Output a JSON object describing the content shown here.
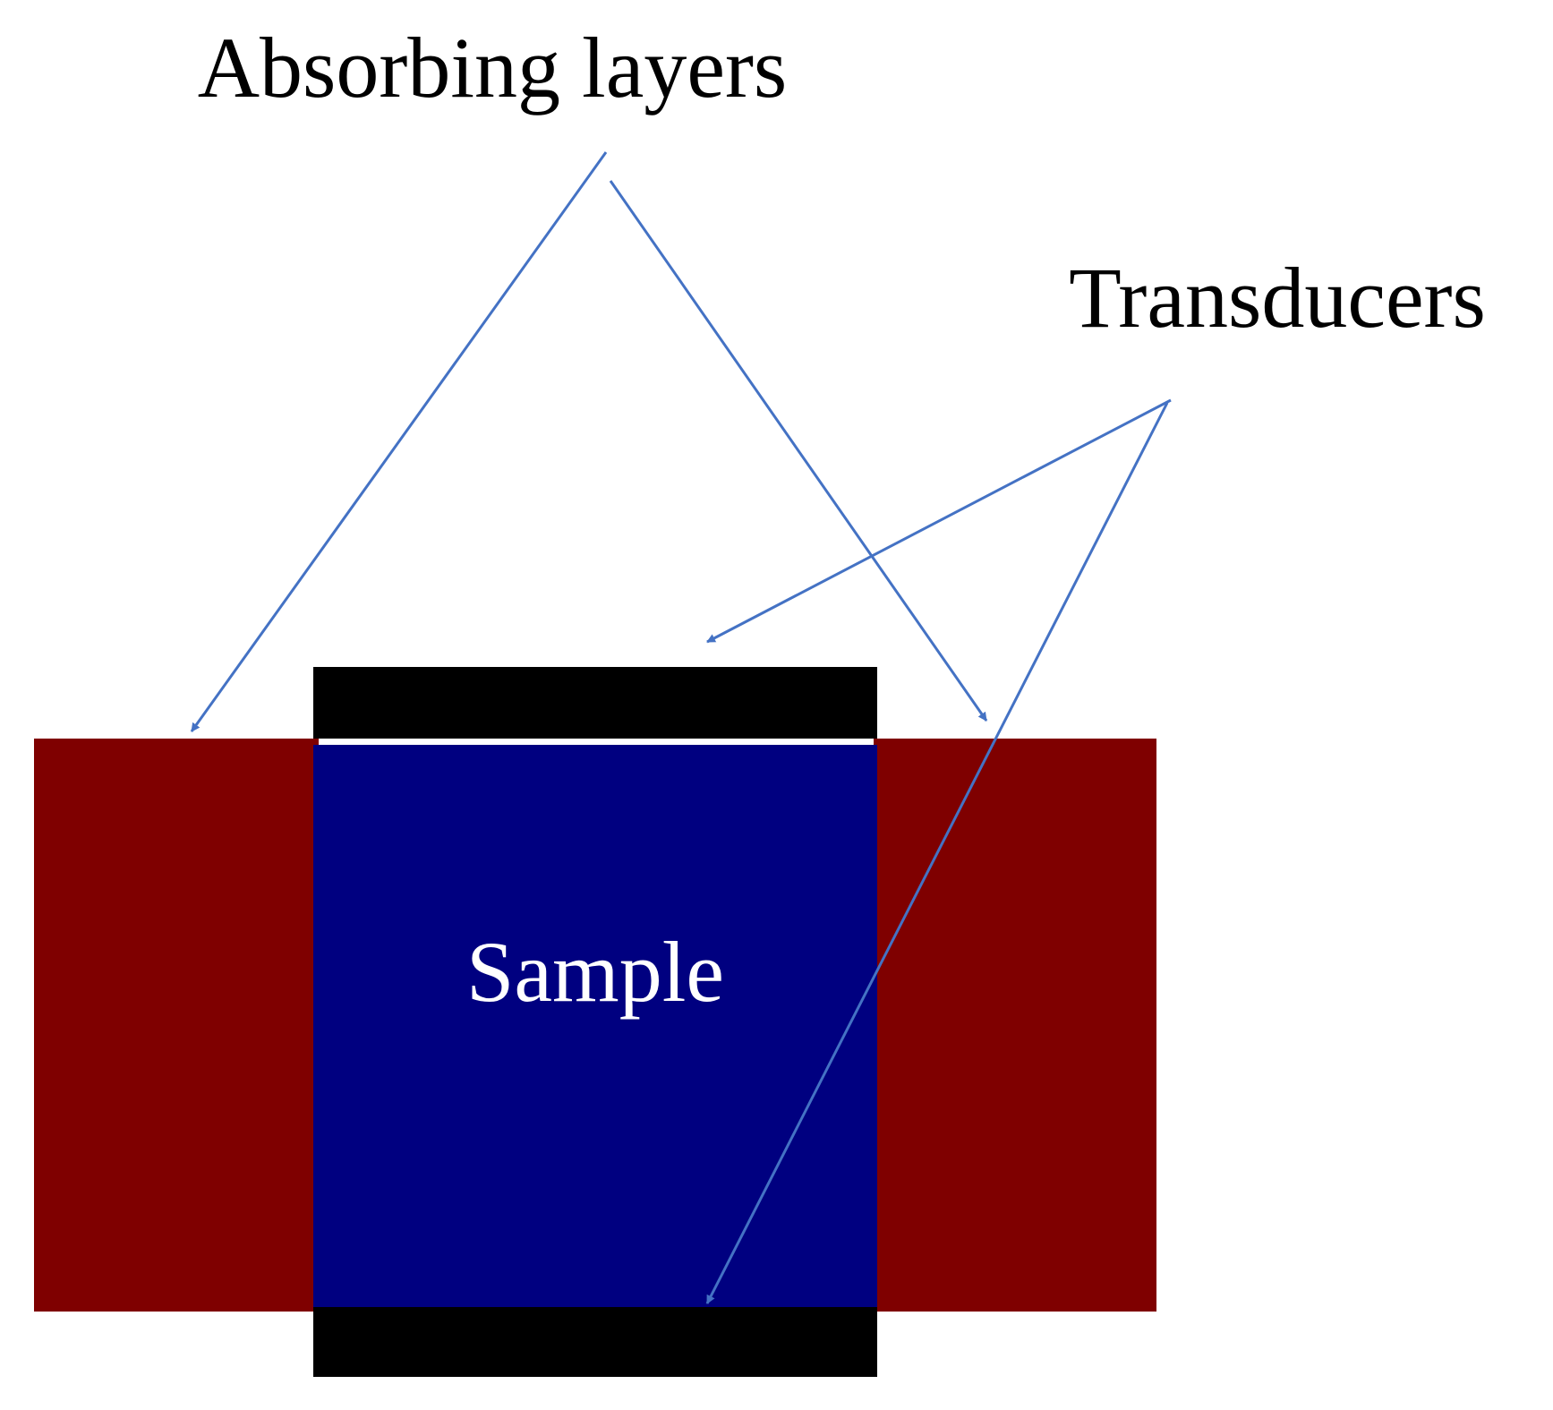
{
  "labels": {
    "absorbing_layers": "Absorbing layers",
    "transducers": "Transducers",
    "sample": "Sample"
  },
  "colors": {
    "absorbing_layer": "#7f0000",
    "sample": "#000080",
    "transducer": "#000000",
    "arrow": "#4472c4",
    "label_text": "#000000",
    "sample_text": "#ffffff",
    "background": "#ffffff"
  }
}
